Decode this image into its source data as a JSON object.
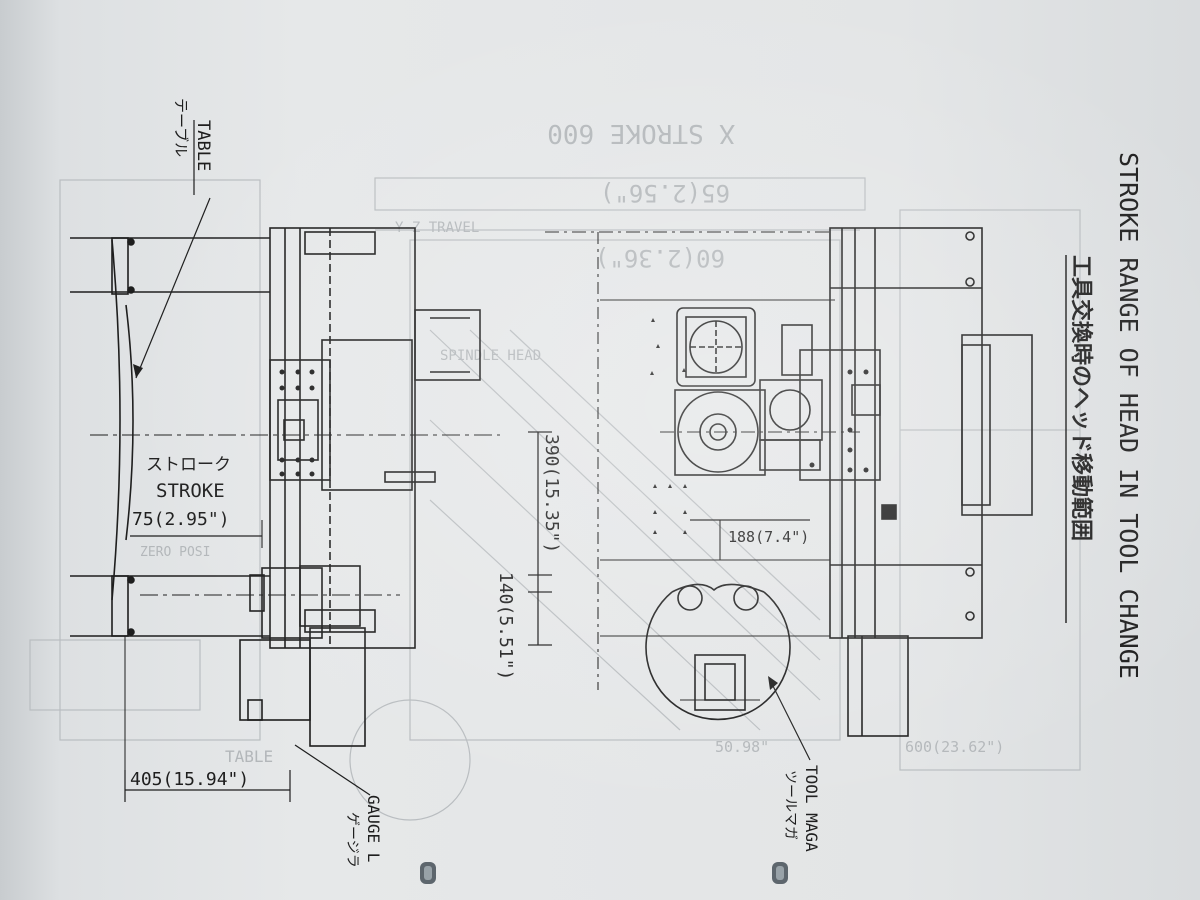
{
  "title": {
    "en": "STROKE RANGE OF HEAD IN TOOL CHANGE",
    "ja": "工具交換時のヘッド移動範囲"
  },
  "labels": {
    "table_en": "TABLE",
    "table_ja": "テーブル",
    "stroke_ja": "ストローク",
    "stroke_en": "STROKE",
    "gauge_en": "GAUGE L",
    "gauge_ja": "ゲージラ",
    "tool_mag_en": "TOOL MAGA",
    "tool_mag_ja": "ツールマガ"
  },
  "dimensions": {
    "stroke": "75(2.95\")",
    "d405": "405(15.94\")",
    "d390": "390(15.35\")",
    "d140": "140(5.51\")",
    "d188": "188(7.4\")"
  },
  "bleed_text": {
    "x_stroke": "X STROKE 600",
    "v1": "65(2.56\")",
    "v2": "60(2.36\")",
    "travel": "Y-Z TRAVEL",
    "head": "SPINDLE HEAD",
    "zero": "ZERO POSI",
    "table": "TABLE",
    "d600": "600(23.62\")",
    "d1800": "50.98\""
  },
  "colors": {
    "ink": "#1e1e1e",
    "ghost": "#b3b7ba",
    "paper": "#e4e6e7"
  }
}
